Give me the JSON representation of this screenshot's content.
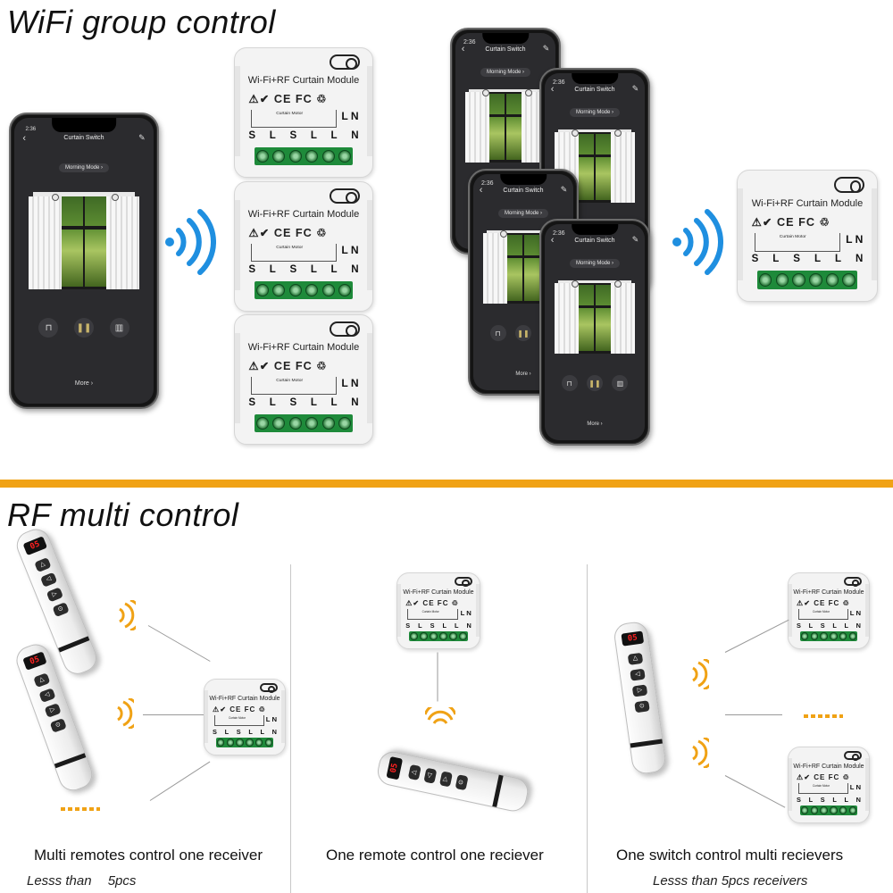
{
  "sections": {
    "wifi_title": "WiFi group control",
    "rf_title": "RF multi control"
  },
  "phone": {
    "time": "2:36",
    "title": "Curtain Switch",
    "mode": "Morning Mode ›",
    "more": "More ›",
    "back_icon": "‹",
    "edit_icon": "✎"
  },
  "module": {
    "name": "Wi-Fi+RF Curtain Module",
    "certs": "⚠✔ CE FC ♲",
    "motor": "Curtain Motor",
    "pins": [
      "S",
      "L",
      "S",
      "L",
      "L",
      "N"
    ],
    "side_labels": "L  N"
  },
  "remote": {
    "display": "05"
  },
  "captions": {
    "left": "Multi remotes control one receiver",
    "middle": "One remote control one reciever",
    "right": "One switch control multi recievers"
  },
  "subcaptions": {
    "left_prefix": "Lesss than",
    "left_value": "5pcs",
    "right": "Lesss than 5pcs receivers"
  },
  "colors": {
    "accent": "#f0a215",
    "wifi_blue": "#1f8fe0",
    "terminal_green": "#1e8a3a"
  }
}
